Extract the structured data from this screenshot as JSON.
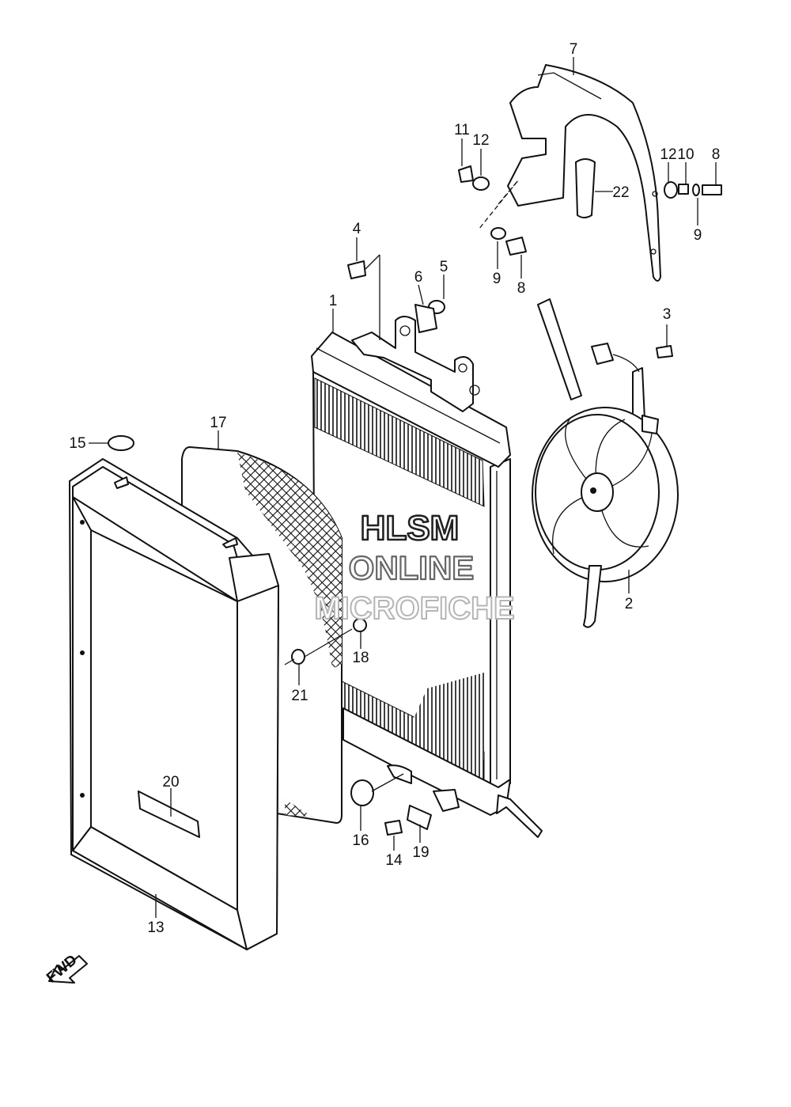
{
  "callouts": [
    {
      "id": "c1",
      "text": "1"
    },
    {
      "id": "c2",
      "text": "2"
    },
    {
      "id": "c3",
      "text": "3"
    },
    {
      "id": "c4",
      "text": "4"
    },
    {
      "id": "c5",
      "text": "5"
    },
    {
      "id": "c6",
      "text": "6"
    },
    {
      "id": "c7",
      "text": "7"
    },
    {
      "id": "c8a",
      "text": "8"
    },
    {
      "id": "c8b",
      "text": "8"
    },
    {
      "id": "c9a",
      "text": "9"
    },
    {
      "id": "c9b",
      "text": "9"
    },
    {
      "id": "c10",
      "text": "10"
    },
    {
      "id": "c11",
      "text": "11"
    },
    {
      "id": "c12a",
      "text": "12"
    },
    {
      "id": "c12b",
      "text": "12"
    },
    {
      "id": "c13",
      "text": "13"
    },
    {
      "id": "c14",
      "text": "14"
    },
    {
      "id": "c15",
      "text": "15"
    },
    {
      "id": "c16",
      "text": "16"
    },
    {
      "id": "c17",
      "text": "17"
    },
    {
      "id": "c18",
      "text": "18"
    },
    {
      "id": "c19",
      "text": "19"
    },
    {
      "id": "c20",
      "text": "20"
    },
    {
      "id": "c21",
      "text": "21"
    },
    {
      "id": "c22",
      "text": "22"
    }
  ],
  "watermark": {
    "line1": "HLSM",
    "line2": "ONLINE",
    "line3": "MICROFICHE"
  },
  "fwd_label": "FWD"
}
